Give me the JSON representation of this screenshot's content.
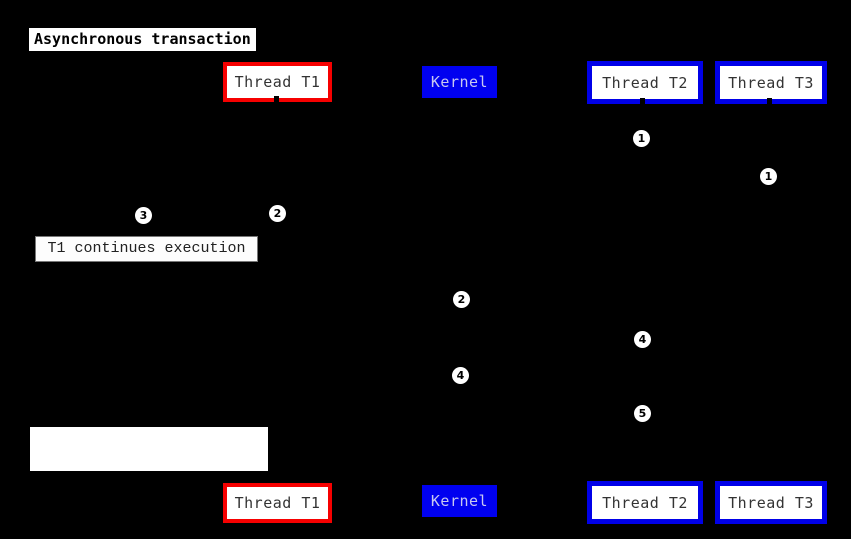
{
  "title": "Asynchronous transaction",
  "colors": {
    "background": "#000000",
    "red_accent": "#f60000",
    "blue_accent": "#0000e8",
    "kernel_fill": "#0000f0",
    "kernel_text": "#c8c8f0",
    "box_bg": "#ffffff",
    "actor_text": "#333333"
  },
  "actors": {
    "top": [
      {
        "label": "Thread T1"
      },
      {
        "label": "Kernel"
      },
      {
        "label": "Thread T2"
      },
      {
        "label": "Thread T3"
      }
    ],
    "bottom": [
      {
        "label": "Thread T1"
      },
      {
        "label": "Kernel"
      },
      {
        "label": "Thread T2"
      },
      {
        "label": "Thread T3"
      }
    ]
  },
  "notes": {
    "t1_continues": "T1 continues execution",
    "bottom_left_note": ""
  },
  "step_markers": [
    {
      "label": "1"
    },
    {
      "label": "1"
    },
    {
      "label": "3"
    },
    {
      "label": "2"
    },
    {
      "label": "2"
    },
    {
      "label": "4"
    },
    {
      "label": "4"
    },
    {
      "label": "5"
    }
  ]
}
